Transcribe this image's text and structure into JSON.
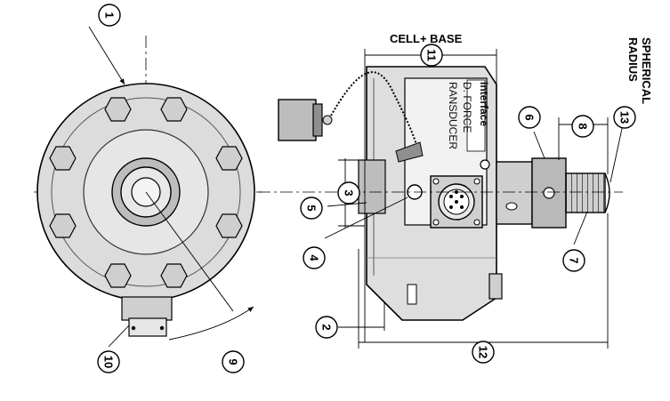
{
  "headings": {
    "cell_base": "CELL+ BASE",
    "spherical_line1": "SPHERICAL",
    "spherical_line2": "RADIUS"
  },
  "label_plate": {
    "brand": "Interface",
    "line1": "D. FORCE",
    "line2": "RANSDUCER"
  },
  "callouts": [
    "1",
    "2",
    "3",
    "4",
    "5",
    "6",
    "7",
    "8",
    "9",
    "10",
    "11",
    "12",
    "13"
  ],
  "colors": {
    "ink": "#000000",
    "body": "#d9d9d9",
    "shade": "#9a9a9a",
    "paper": "#ffffff"
  }
}
